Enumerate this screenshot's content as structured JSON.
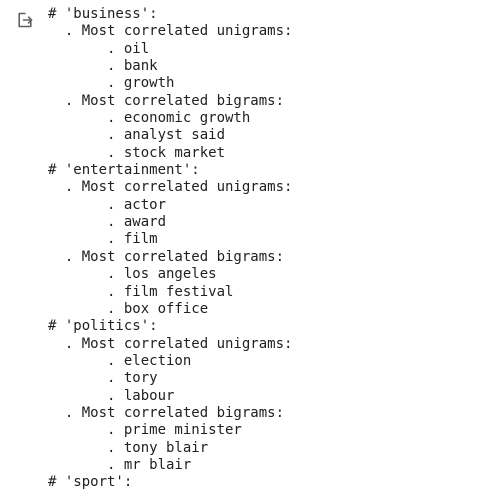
{
  "output": {
    "icon": "output-redirect-icon",
    "lines": [
      "# 'business':",
      "  . Most correlated unigrams:",
      "       . oil",
      "       . bank",
      "       . growth",
      "  . Most correlated bigrams:",
      "       . economic growth",
      "       . analyst said",
      "       . stock market",
      "# 'entertainment':",
      "  . Most correlated unigrams:",
      "       . actor",
      "       . award",
      "       . film",
      "  . Most correlated bigrams:",
      "       . los angeles",
      "       . film festival",
      "       . box office",
      "# 'politics':",
      "  . Most correlated unigrams:",
      "       . election",
      "       . tory",
      "       . labour",
      "  . Most correlated bigrams:",
      "       . prime minister",
      "       . tony blair",
      "       . mr blair",
      "# 'sport':"
    ]
  }
}
